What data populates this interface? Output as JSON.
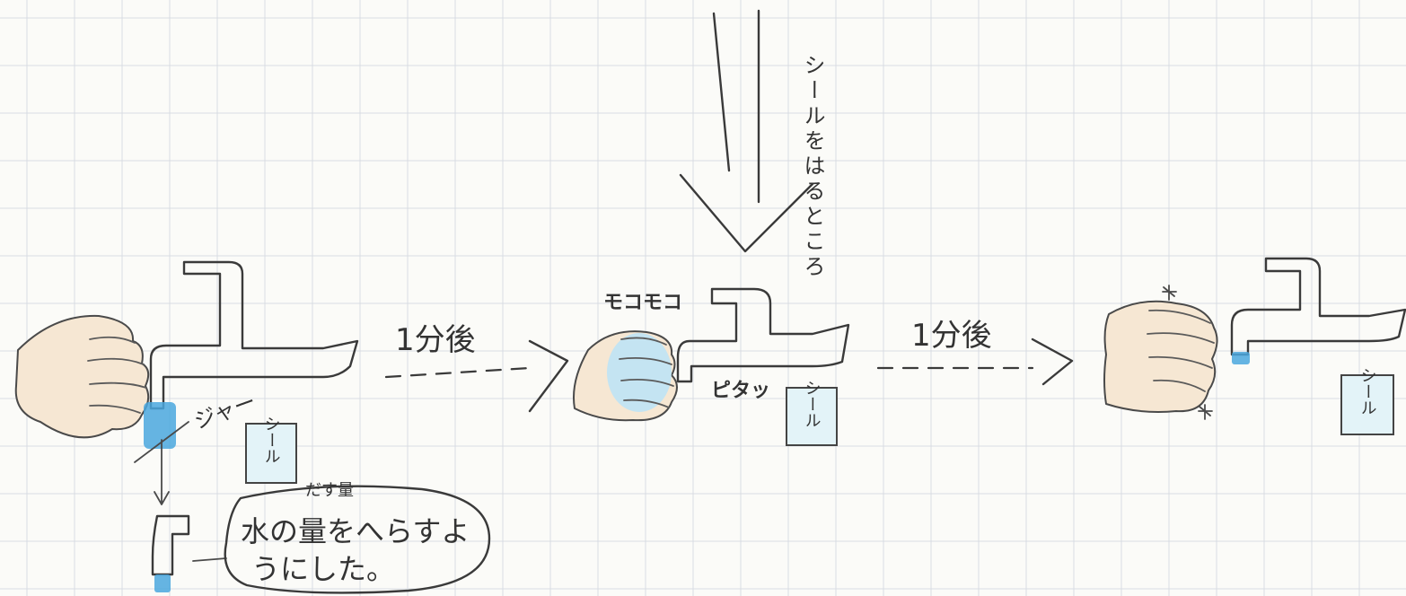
{
  "labels": {
    "arrow1": "1分後",
    "arrow2": "1分後",
    "vertical_note": "シールをはるところ",
    "sticker": "シール",
    "foam": "モコモコ",
    "sound_water": "ジャー",
    "sound_stop": "ピタッ",
    "bubble_line1": "水の量をへらすよ",
    "bubble_line2": "うにした。",
    "bubble_insert": "だす量"
  },
  "colors": {
    "ink": "#3a3a3a",
    "water": "#4aa7de",
    "skin": "#f6e7d3",
    "sticker_fill": "#e3f3f8",
    "grid": "#d8dde3"
  }
}
